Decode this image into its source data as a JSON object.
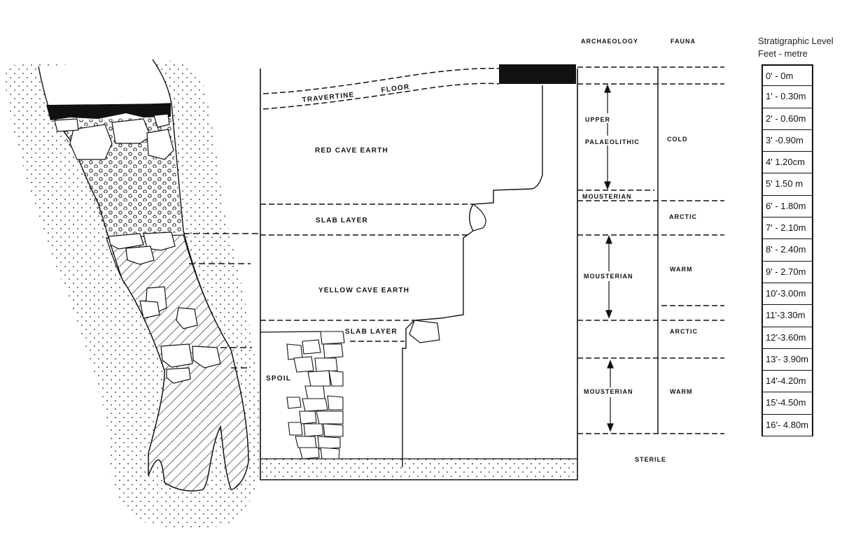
{
  "headers": {
    "archaeology": "ARCHAEOLOGY",
    "fauna": "FAUNA"
  },
  "section_labels": {
    "travertine": "TRAVERTINE",
    "floor": "FLOOR",
    "red_cave_earth": "RED   CAVE   EARTH",
    "slab_layer_upper": "SLAB   LAYER",
    "yellow_cave_earth": "YELLOW   CAVE   EARTH",
    "slab_layer_lower": "SLAB LAYER",
    "spoil": "SPOIL"
  },
  "archaeology": {
    "upper": "UPPER",
    "palaeolithic": "PALAEOLITHIC",
    "mousterian_1": "MOUSTERIAN",
    "mousterian_2": "MOUSTERIAN",
    "mousterian_3": "MOUSTERIAN"
  },
  "fauna": {
    "cold": "COLD",
    "arctic_1": "ARCTIC",
    "warm_1": "WARM",
    "arctic_2": "ARCTIC",
    "warm_2": "WARM",
    "sterile": "STERILE"
  },
  "scale": {
    "title_line1": "Stratigraphic Level",
    "title_line2": "Feet - metre",
    "levels": [
      "0' - 0m",
      "1' - 0.30m",
      "2' - 0.60m",
      "3' -0.90m",
      "4'  1.20cm",
      "5'  1.50 m",
      "6' - 1.80m",
      "7' - 2.10m",
      "8' - 2.40m",
      "9' - 2.70m",
      "10'-3.00m",
      "11'-3.30m",
      "12'-3.60m",
      "13'- 3.90m",
      "14'-4.20m",
      "15'-4.50m",
      "16'- 4.80m"
    ]
  }
}
